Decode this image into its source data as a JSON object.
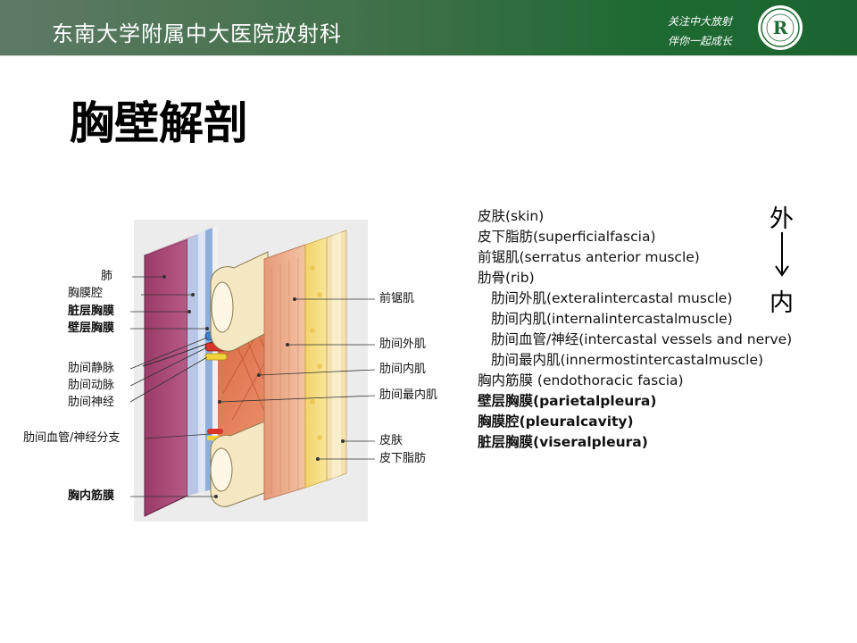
{
  "header": {
    "title": "东南大学附属中大医院放射科",
    "slogan_line1": "关注中大放射",
    "slogan_line2": "伴你一起成长",
    "accent_color": "#1f6a33",
    "logo_icon": "hospital-r-logo-icon",
    "logo_letter": "R"
  },
  "slide": {
    "title": "胸壁解剖"
  },
  "diagram": {
    "left_labels": [
      {
        "text": "肺"
      },
      {
        "text": "胸膜腔"
      },
      {
        "text": "脏层胸膜",
        "bold": true
      },
      {
        "text": "壁层胸膜",
        "bold": true
      },
      {
        "text": "肋间静脉"
      },
      {
        "text": "肋间动脉"
      },
      {
        "text": "肋间神经"
      },
      {
        "text": "肋间血管/神经分支"
      },
      {
        "text": "胸内筋膜",
        "bold": true
      }
    ],
    "right_labels": [
      {
        "text": "前锯肌"
      },
      {
        "text": "肋间外肌"
      },
      {
        "text": "肋间内肌"
      },
      {
        "text": "肋间最内肌"
      },
      {
        "text": "皮肤"
      },
      {
        "text": "皮下脂肪"
      }
    ]
  },
  "layers": [
    {
      "text": "皮肤(skin)"
    },
    {
      "text": "皮下脂肪(superficialfascia)"
    },
    {
      "text": "前锯肌(serratus anterior muscle)"
    },
    {
      "text": "肋骨(rib)"
    },
    {
      "text": "肋间外肌(exteralintercastal muscle)",
      "indent": true
    },
    {
      "text": "肋间内肌(internalintercastalmuscle)",
      "indent": true
    },
    {
      "text": "肋间血管/神经(intercastal vessels and nerve)",
      "indent": true
    },
    {
      "text": "肋间最内肌(innermostintercastalmuscle)",
      "indent": true
    },
    {
      "text": "胸内筋膜 (endothoracic fascia)"
    },
    {
      "text": "壁层胸膜(parietalpleura)",
      "bold": true
    },
    {
      "text": "胸膜腔(pleuralcavity)",
      "bold": true
    },
    {
      "text": "脏层胸膜(viseralpleura)",
      "bold": true
    }
  ],
  "direction": {
    "outer": "外",
    "inner": "内"
  }
}
